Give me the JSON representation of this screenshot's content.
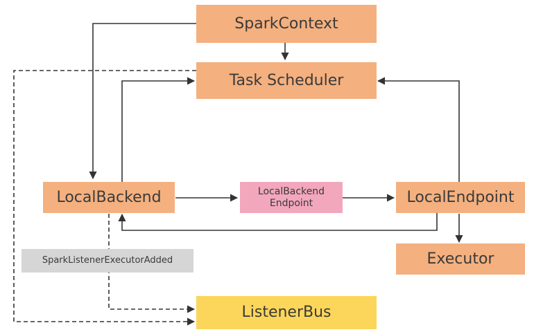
{
  "nodes": {
    "spark_context": "SparkContext",
    "task_scheduler": "Task Scheduler",
    "local_backend": "LocalBackend",
    "local_backend_endpoint": [
      "LocalBackend",
      "Endpoint"
    ],
    "local_endpoint": "LocalEndpoint",
    "executor": "Executor",
    "listener_bus": "ListenerBus"
  },
  "labels": {
    "event": "SparkListenerExecutorAdded"
  },
  "colors": {
    "node_orange": "#f4b07f",
    "node_pink": "#f2a7bd",
    "node_gray": "#d6d6d6",
    "node_yellow": "#fcd65a",
    "edge": "#333333"
  }
}
